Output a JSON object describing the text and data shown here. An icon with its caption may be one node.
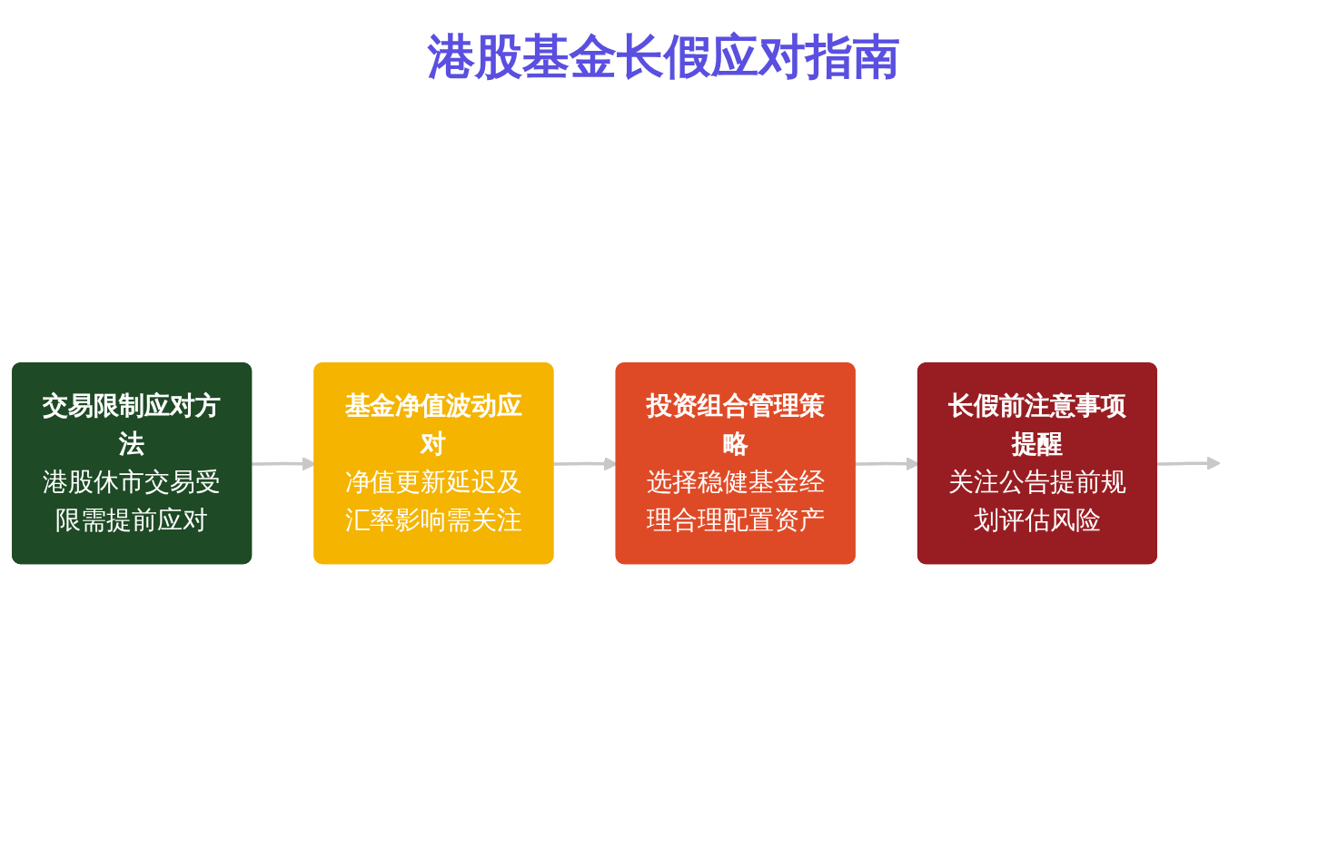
{
  "diagram": {
    "title": "港股基金长假应对指南",
    "nodes": [
      {
        "text": [
          "交易限制应对方法",
          "港股休市交易受限需提前应对"
        ]
      },
      {
        "text": [
          "基金净值波动应对",
          "净值更新延迟及汇率影响需关注"
        ]
      },
      {
        "text": [
          "投资组合管理策略",
          "选择稳健基金经理合理配置资产"
        ]
      },
      {
        "text": [
          "长假前注意事项提醒",
          "关注公告提前规划评估风险"
        ]
      }
    ],
    "edges": [
      {
        "from": 0,
        "to": 1,
        "arrow": "to"
      },
      {
        "from": 1,
        "to": 2,
        "arrow": "to"
      },
      {
        "from": 2,
        "to": 3,
        "arrow": "to"
      },
      {
        "from": 3,
        "to": null,
        "arrow": "to"
      }
    ]
  }
}
